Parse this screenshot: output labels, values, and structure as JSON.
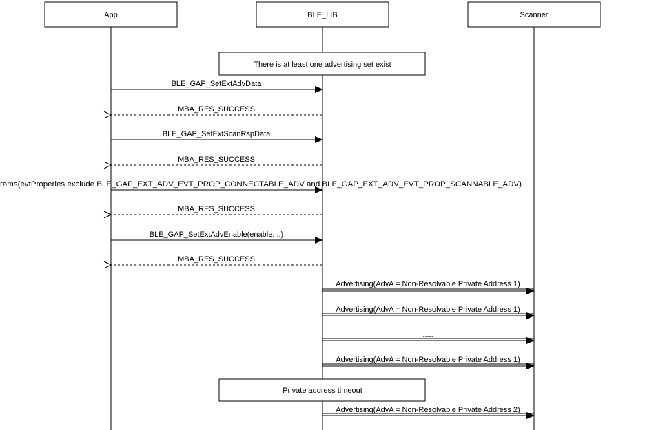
{
  "participants": [
    {
      "label": "App"
    },
    {
      "label": "BLE_LIB"
    },
    {
      "label": "Scanner"
    }
  ],
  "notes": [
    {
      "text": "There is at least one advertising set exist"
    },
    {
      "text": "Private address timeout"
    }
  ],
  "messages": [
    {
      "text": "BLE_GAP_SetExtAdvData",
      "from": "App",
      "to": "BLE_LIB",
      "style": "solid"
    },
    {
      "text": "MBA_RES_SUCCESS",
      "from": "BLE_LIB",
      "to": "App",
      "style": "dashed"
    },
    {
      "text": "BLE_GAP_SetExtScanRspData",
      "from": "App",
      "to": "BLE_LIB",
      "style": "solid"
    },
    {
      "text": "MBA_RES_SUCCESS",
      "from": "BLE_LIB",
      "to": "App",
      "style": "dashed"
    },
    {
      "text": "rams(evtProperies exclude BLE_GAP_EXT_ADV_EVT_PROP_CONNECTABLE_ADV and BLE_GAP_EXT_ADV_EVT_PROP_SCANNABLE_ADV)",
      "from": "App",
      "to": "BLE_LIB",
      "style": "solid"
    },
    {
      "text": "MBA_RES_SUCCESS",
      "from": "BLE_LIB",
      "to": "App",
      "style": "dashed"
    },
    {
      "text": "BLE_GAP_SetExtAdvEnable(enable, ..)",
      "from": "App",
      "to": "BLE_LIB",
      "style": "solid"
    },
    {
      "text": "MBA_RES_SUCCESS",
      "from": "BLE_LIB",
      "to": "App",
      "style": "dashed"
    },
    {
      "text": "Advertising(AdvA = Non-Resolvable Private Address 1)",
      "from": "BLE_LIB",
      "to": "Scanner",
      "style": "double"
    },
    {
      "text": "Advertising(AdvA = Non-Resolvable Private Address 1)",
      "from": "BLE_LIB",
      "to": "Scanner",
      "style": "double"
    },
    {
      "text": ".....",
      "from": "BLE_LIB",
      "to": "Scanner",
      "style": "double"
    },
    {
      "text": "Advertising(AdvA = Non-Resolvable Private Address 1)",
      "from": "BLE_LIB",
      "to": "Scanner",
      "style": "double"
    },
    {
      "text": "Advertising(AdvA = Non-Resolvable Private Address 2)",
      "from": "BLE_LIB",
      "to": "Scanner",
      "style": "double"
    }
  ]
}
